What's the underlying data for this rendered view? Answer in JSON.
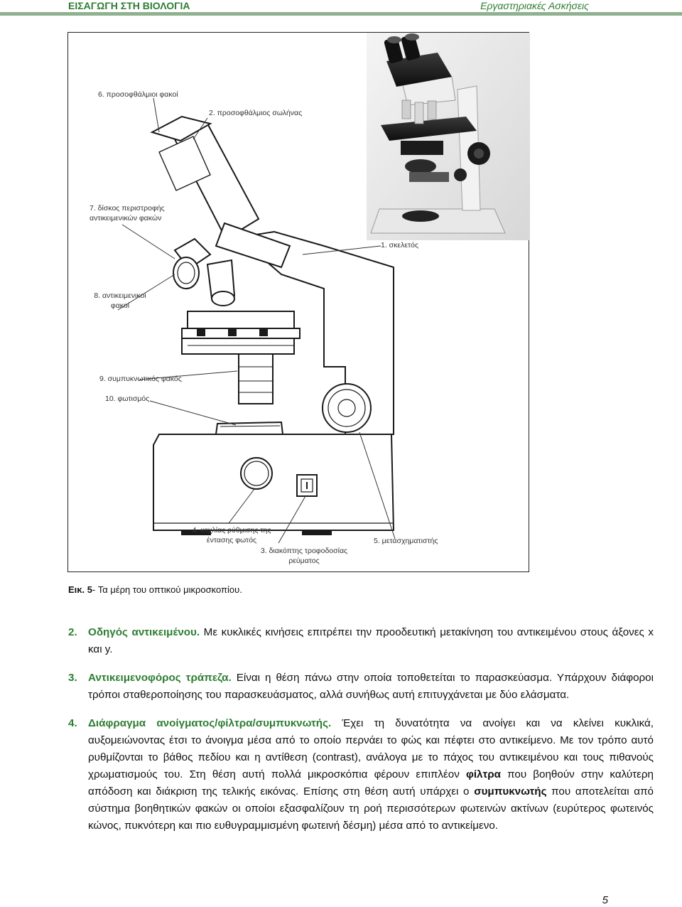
{
  "header": {
    "left": "ΕΙΣΑΓΩΓΗ ΣΤΗ ΒΙΟΛΟΓΙΑ",
    "right": "Εργαστηριακές Ασκήσεις"
  },
  "figure": {
    "labels": {
      "eyepieces": "6. προσοφθάλμιοι φακοί",
      "eyepiece_tube": "2. προσοφθάλμιος σωλήνας",
      "nosepiece_line1": "7. δίσκος περιστροφής",
      "nosepiece_line2": "αντικειμενικών φακών",
      "frame": "1. σκελετός",
      "objectives_line1": "8. αντικειμενικοί",
      "objectives_line2": "φακοί",
      "condenser": "9. συμπυκνωτικός φακός",
      "illumination": "10. φωτισμός",
      "intensity_line1": "4. κοχλίας ρύθμισης της",
      "intensity_line2": "έντασης φωτός",
      "switch_line1": "3. διακόπτης τροφοδοσίας",
      "switch_line2": "ρεύματος",
      "transformer": "5. μετασχηματιστής"
    }
  },
  "caption": {
    "prefix": "Εικ. 5",
    "text": "- Τα μέρη του οπτικού μικροσκοπίου."
  },
  "items": [
    {
      "num": "2.",
      "term": "Οδηγός αντικειμένου.",
      "text": " Με κυκλικές κινήσεις επιτρέπει την προοδευτική μετακίνηση του αντικειμένου στους άξονες x και y."
    },
    {
      "num": "3.",
      "term": "Αντικειμενοφόρος τράπεζα.",
      "text": " Είναι η θέση πάνω στην οποία τοποθετείται το παρασκεύασμα. Υπάρχουν διάφοροι τρόποι σταθεροποίησης του παρασκευάσματος, αλλά συνήθως αυτή επιτυγχάνεται με δύο ελάσματα."
    },
    {
      "num": "4.",
      "term": "Διάφραγμα ανοίγματος/φίλτρα/συμπυκνωτής.",
      "text_a": " Έχει τη δυνατότητα να ανοίγει και να κλείνει κυκλικά, αυξομειώνοντας έτσι το άνοιγμα μέσα από το οποίο περνάει το φώς και πέφτει στο αντικείμενο. Με τον τρόπο αυτό ρυθμίζονται το βάθος πεδίου και η αντίθεση (contrast), ανάλογα με το πάχος του αντικειμένου και τους πιθανούς χρωματισμούς του. Στη θέση αυτή πολλά μικροσκόπια φέρουν επιπλέον ",
      "bold_a": "φίλτρα",
      "text_b": " που βοηθούν στην καλύτερη απόδοση και διάκριση της τελικής εικόνας. Επίσης στη θέση αυτή υπάρχει ο ",
      "bold_b": "συμπυκνωτής",
      "text_c": " που αποτελείται από σύστημα βοηθητικών φακών οι οποίοι εξασφαλίζουν τη ροή περισσότερων φωτεινών ακτίνων (ευρύτερος φωτεινός κώνος, πυκνότερη και πιο ευθυγραμμισμένη φωτεινή δέσμη) μέσα από το αντικείμενο."
    }
  ],
  "page_number": "5",
  "colors": {
    "accent_green": "#2e7d32",
    "rule_green": "#8fb18f"
  }
}
